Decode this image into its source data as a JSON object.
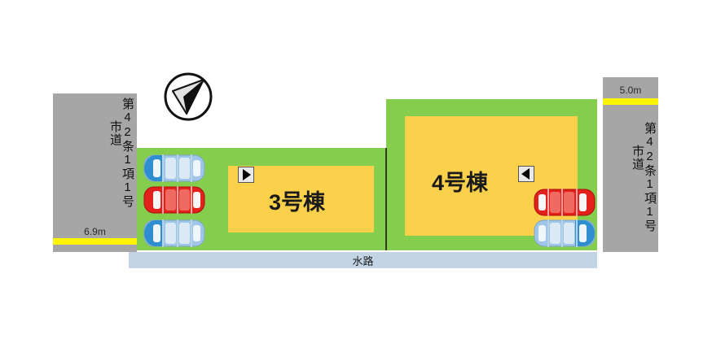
{
  "plan": {
    "title_note": "residential site plan",
    "colors": {
      "lot_green": "#84cd4d",
      "building_yellow": "#fbd14b",
      "road_gray": "#a6a6a6",
      "road_line_yellow": "#fdf500",
      "waterway_blue": "#c3d5e4",
      "car_red": "#e2201c",
      "car_blue_dark": "#2e8ed0",
      "car_blue_light": "#9fc6e8"
    }
  },
  "compass": {
    "icon": "north-arrow-icon",
    "direction": "north"
  },
  "roads": {
    "left": {
      "label_main": "市道",
      "label_article": "第42条1項1号",
      "label_chars": [
        "第",
        "42",
        "条",
        "1",
        "項",
        "1",
        "号"
      ],
      "width_label": "6.9m"
    },
    "right": {
      "label_main": "市道",
      "label_article": "第42条1項1号",
      "label_chars": [
        "第",
        "42",
        "条",
        "1",
        "項",
        "1",
        "号"
      ],
      "width_label": "5.0m"
    }
  },
  "lots": [
    {
      "id": "lot-3",
      "building_label": "3号棟",
      "entrance_arrow": "arrow-right-icon",
      "parking_cars": [
        {
          "color": "blue",
          "position": "top"
        },
        {
          "color": "red",
          "position": "middle"
        },
        {
          "color": "blue",
          "position": "bottom"
        }
      ]
    },
    {
      "id": "lot-4",
      "building_label": "4号棟",
      "entrance_arrow": "arrow-left-icon",
      "parking_cars": [
        {
          "color": "red",
          "position": "top"
        },
        {
          "color": "blue",
          "position": "bottom"
        }
      ]
    }
  ],
  "waterway": {
    "label": "水路"
  }
}
